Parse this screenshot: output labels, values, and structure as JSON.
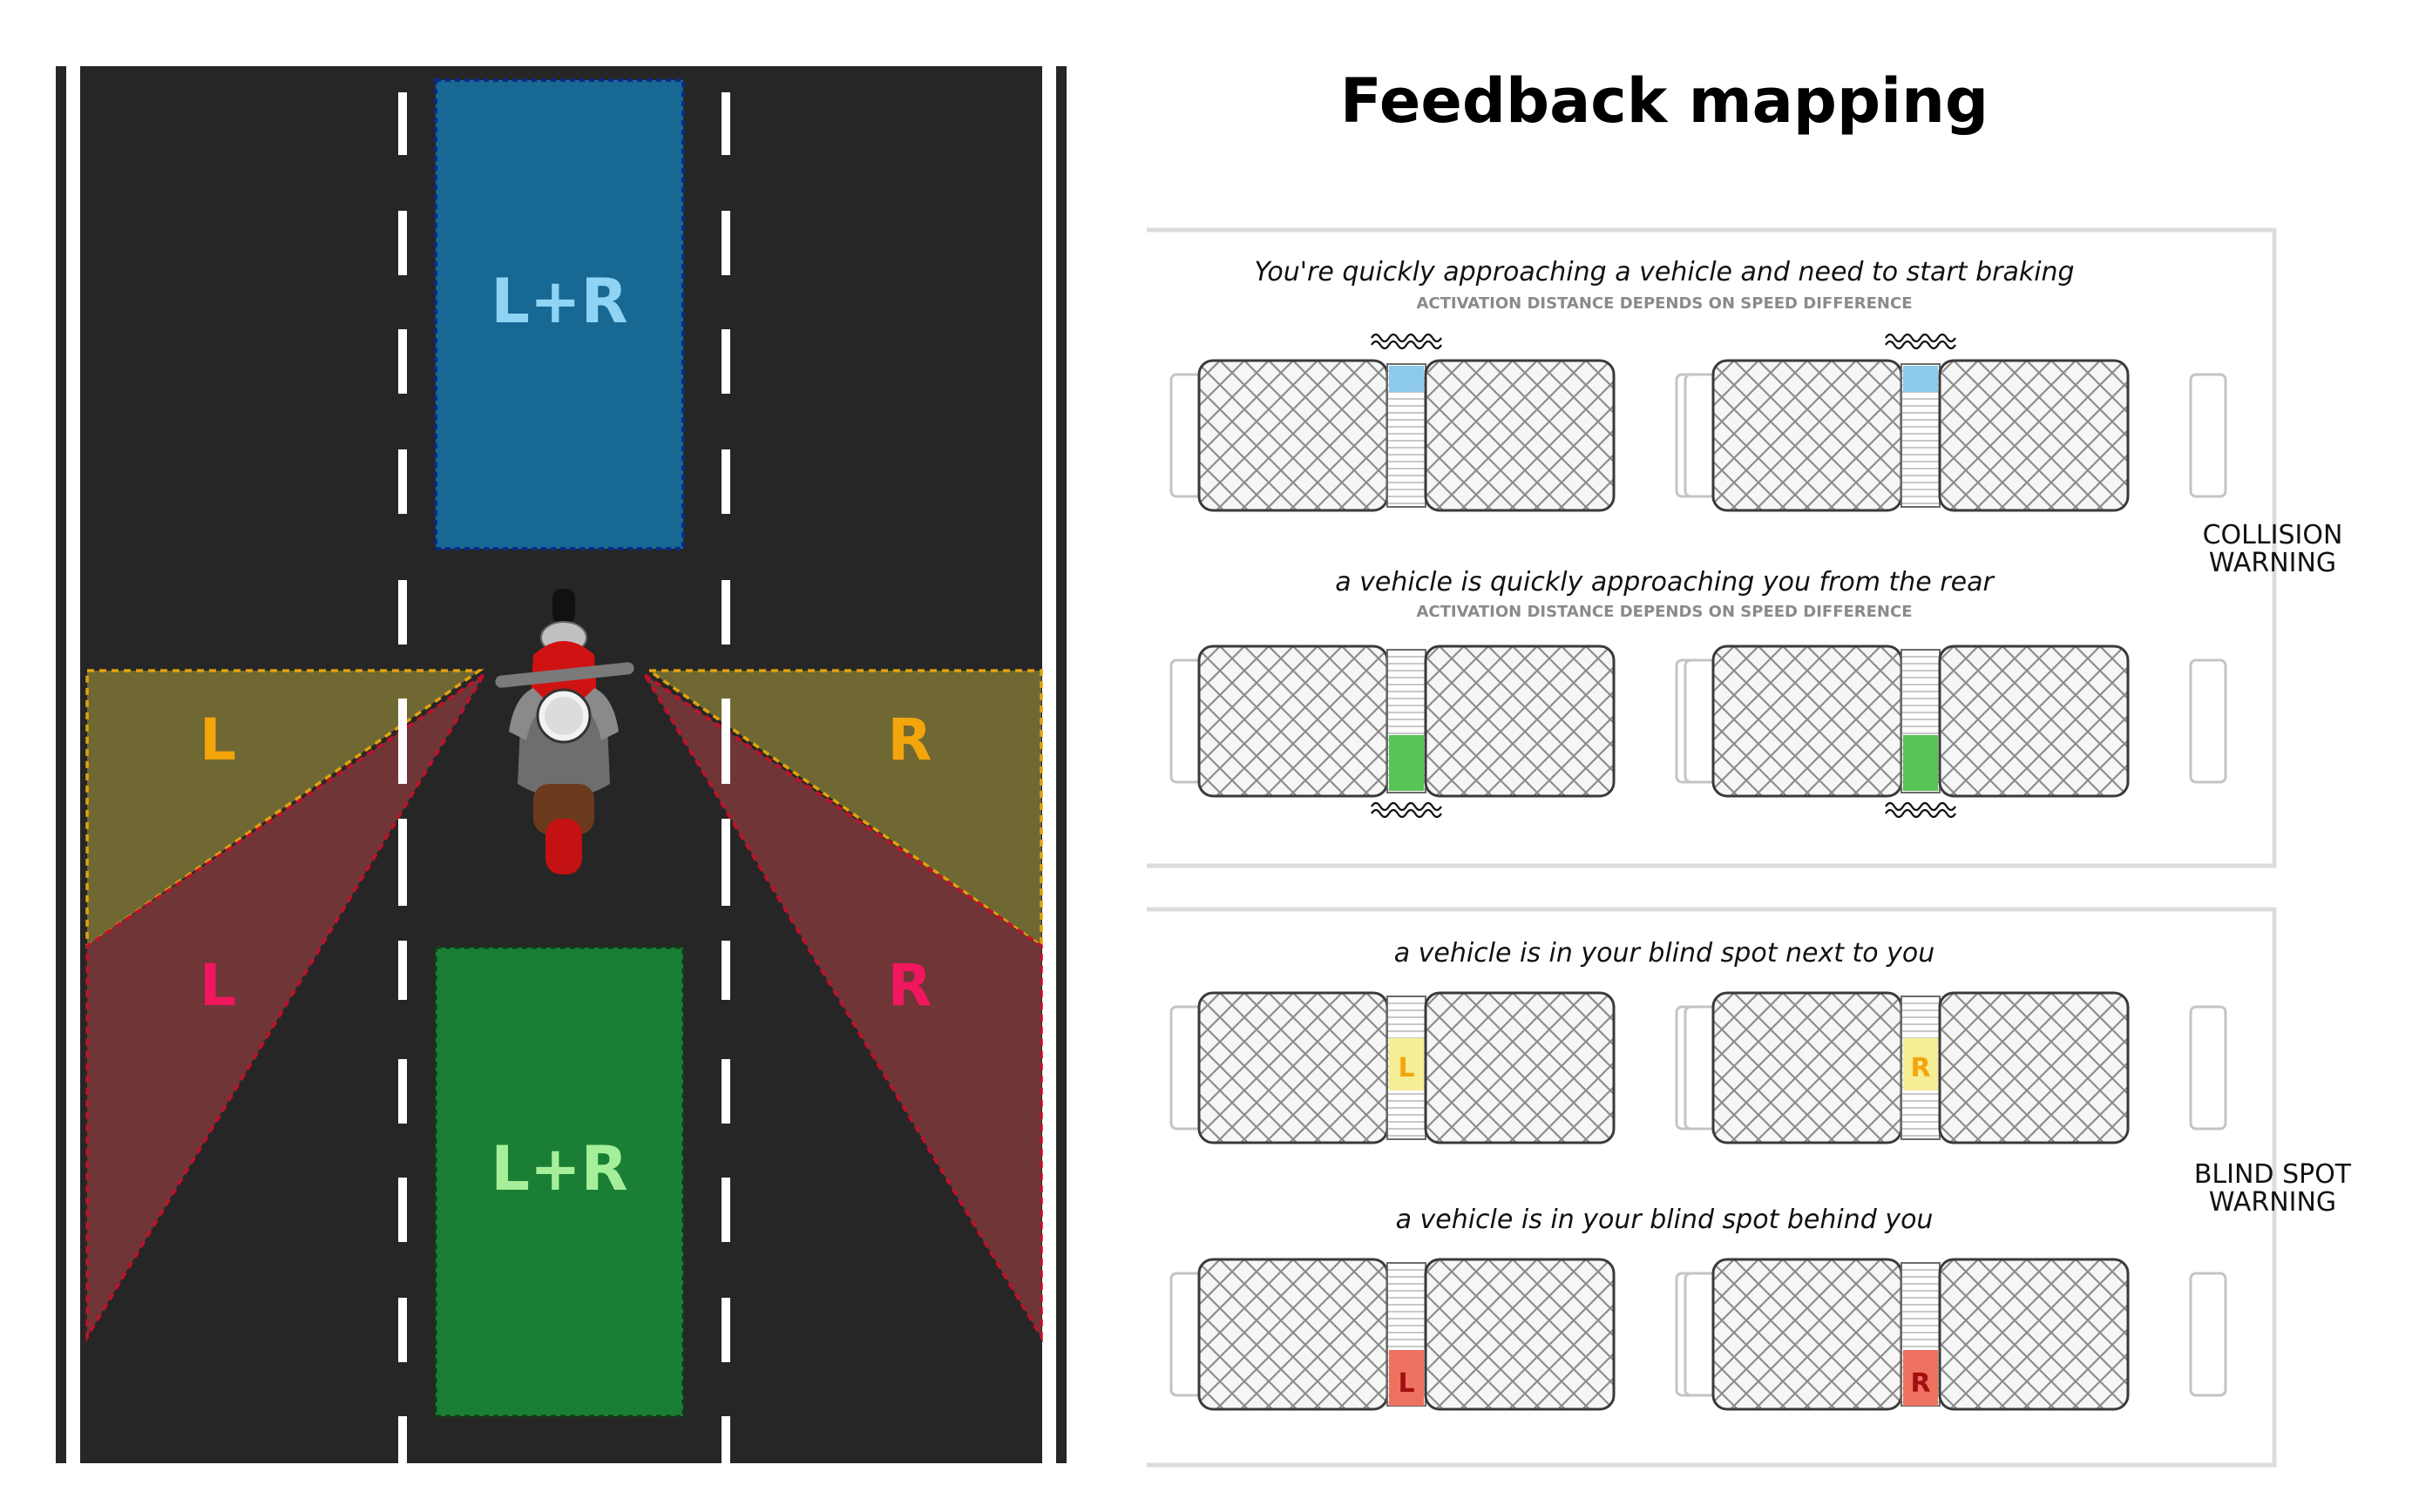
{
  "title": "Feedback mapping",
  "zones": {
    "front_label": "L+R",
    "rear_label": "L+R",
    "side_left_label": "L",
    "side_right_label": "R",
    "rear_left_label": "L",
    "rear_right_label": "R"
  },
  "groups": [
    {
      "side_label_line1": "COLLISION",
      "side_label_line2": "WARNING",
      "rows": [
        {
          "caption": "You're quickly approaching a vehicle and need to start braking",
          "subcaption": "ACTIVATION DISTANCE  DEPENDS ON SPEED DIFFERENCE"
        },
        {
          "caption": "a vehicle is quickly approaching you from the rear",
          "subcaption": "ACTIVATION DISTANCE  DEPENDS ON SPEED DIFFERENCE"
        }
      ]
    },
    {
      "side_label_line1": "BLIND SPOT",
      "side_label_line2": "WARNING",
      "rows": [
        {
          "caption": "a vehicle is in your blind spot next to you",
          "subcaption": ""
        },
        {
          "caption": "a vehicle is in your blind spot behind you",
          "subcaption": ""
        }
      ]
    }
  ],
  "grip_markers": {
    "left": "L",
    "right": "R"
  },
  "colors": {
    "road": "#262626",
    "front_zone": "#186894",
    "front_text": "#8fd3f5",
    "rear_zone": "#1a7f34",
    "rear_text": "#a6ef9a",
    "side_zone": "#706833",
    "side_text": "#f3a50c",
    "rear_side_zone": "#703536",
    "rear_side_text": "#f0175f",
    "front_indicator": "#8ec9ee",
    "rear_indicator": "#57c457",
    "blind_indicator": "#f6ee94",
    "blind_text": "#f3a50c",
    "behind_indicator": "#ef7260",
    "behind_text": "#a01010"
  }
}
